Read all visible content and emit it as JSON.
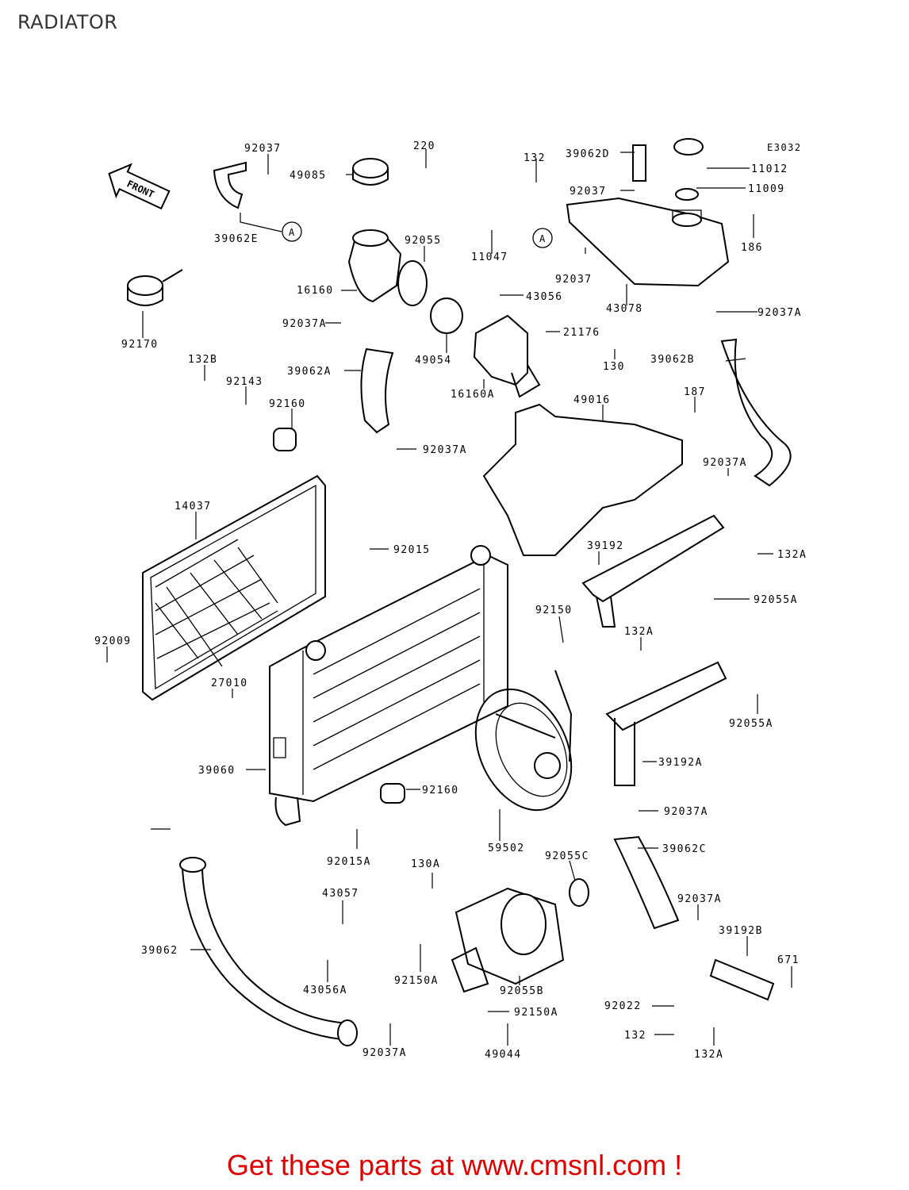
{
  "page": {
    "title": "RADIATOR",
    "diagram_code": "E3032",
    "front_label": "FRONT",
    "ref_marker": "A"
  },
  "footer": {
    "promo": "Get these parts at www.cmsnl.com !"
  },
  "parts": [
    {
      "id": "92037"
    },
    {
      "id": "220"
    },
    {
      "id": "132"
    },
    {
      "id": "39062D"
    },
    {
      "id": "11012"
    },
    {
      "id": "49085"
    },
    {
      "id": "92037"
    },
    {
      "id": "11009"
    },
    {
      "id": "39062E"
    },
    {
      "id": "92055"
    },
    {
      "id": "11047"
    },
    {
      "id": "92037"
    },
    {
      "id": "186"
    },
    {
      "id": "16160"
    },
    {
      "id": "43056"
    },
    {
      "id": "43078"
    },
    {
      "id": "92037A"
    },
    {
      "id": "21176"
    },
    {
      "id": "92037A"
    },
    {
      "id": "92170"
    },
    {
      "id": "49054"
    },
    {
      "id": "130"
    },
    {
      "id": "39062B"
    },
    {
      "id": "132B"
    },
    {
      "id": "39062A"
    },
    {
      "id": "16160A"
    },
    {
      "id": "92143"
    },
    {
      "id": "49016"
    },
    {
      "id": "187"
    },
    {
      "id": "92160"
    },
    {
      "id": "92037A"
    },
    {
      "id": "92037A"
    },
    {
      "id": "14037"
    },
    {
      "id": "92015"
    },
    {
      "id": "39192"
    },
    {
      "id": "132A"
    },
    {
      "id": "92055A"
    },
    {
      "id": "92150"
    },
    {
      "id": "92009"
    },
    {
      "id": "132A"
    },
    {
      "id": "27010"
    },
    {
      "id": "92055A"
    },
    {
      "id": "39192A"
    },
    {
      "id": "39060"
    },
    {
      "id": "92160"
    },
    {
      "id": "92037A"
    },
    {
      "id": "92015A"
    },
    {
      "id": "59502"
    },
    {
      "id": "39062C"
    },
    {
      "id": "92055C"
    },
    {
      "id": "130A"
    },
    {
      "id": "43057"
    },
    {
      "id": "92037A"
    },
    {
      "id": "39192B"
    },
    {
      "id": "39062"
    },
    {
      "id": "671"
    },
    {
      "id": "43056A"
    },
    {
      "id": "92150A"
    },
    {
      "id": "92055B"
    },
    {
      "id": "92022"
    },
    {
      "id": "92150A"
    },
    {
      "id": "132"
    },
    {
      "id": "92037A"
    },
    {
      "id": "49044"
    },
    {
      "id": "132A"
    }
  ]
}
